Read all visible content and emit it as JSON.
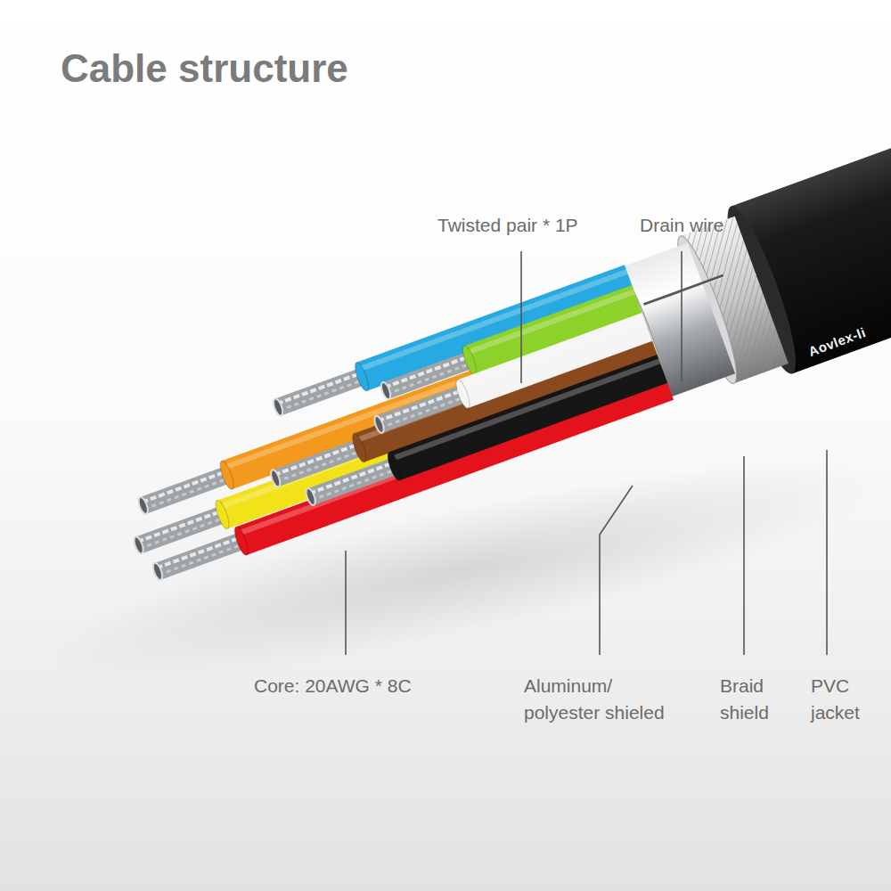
{
  "diagram": {
    "title": "Cable structure",
    "labels": [
      "Twisted pair * 1P",
      "Drain wire",
      "Core: 20AWG * 8C",
      "Aluminum/ polyester shieled",
      "Braid shield",
      "PVC jacket",
      "Aovlex-li"
    ]
  }
}
